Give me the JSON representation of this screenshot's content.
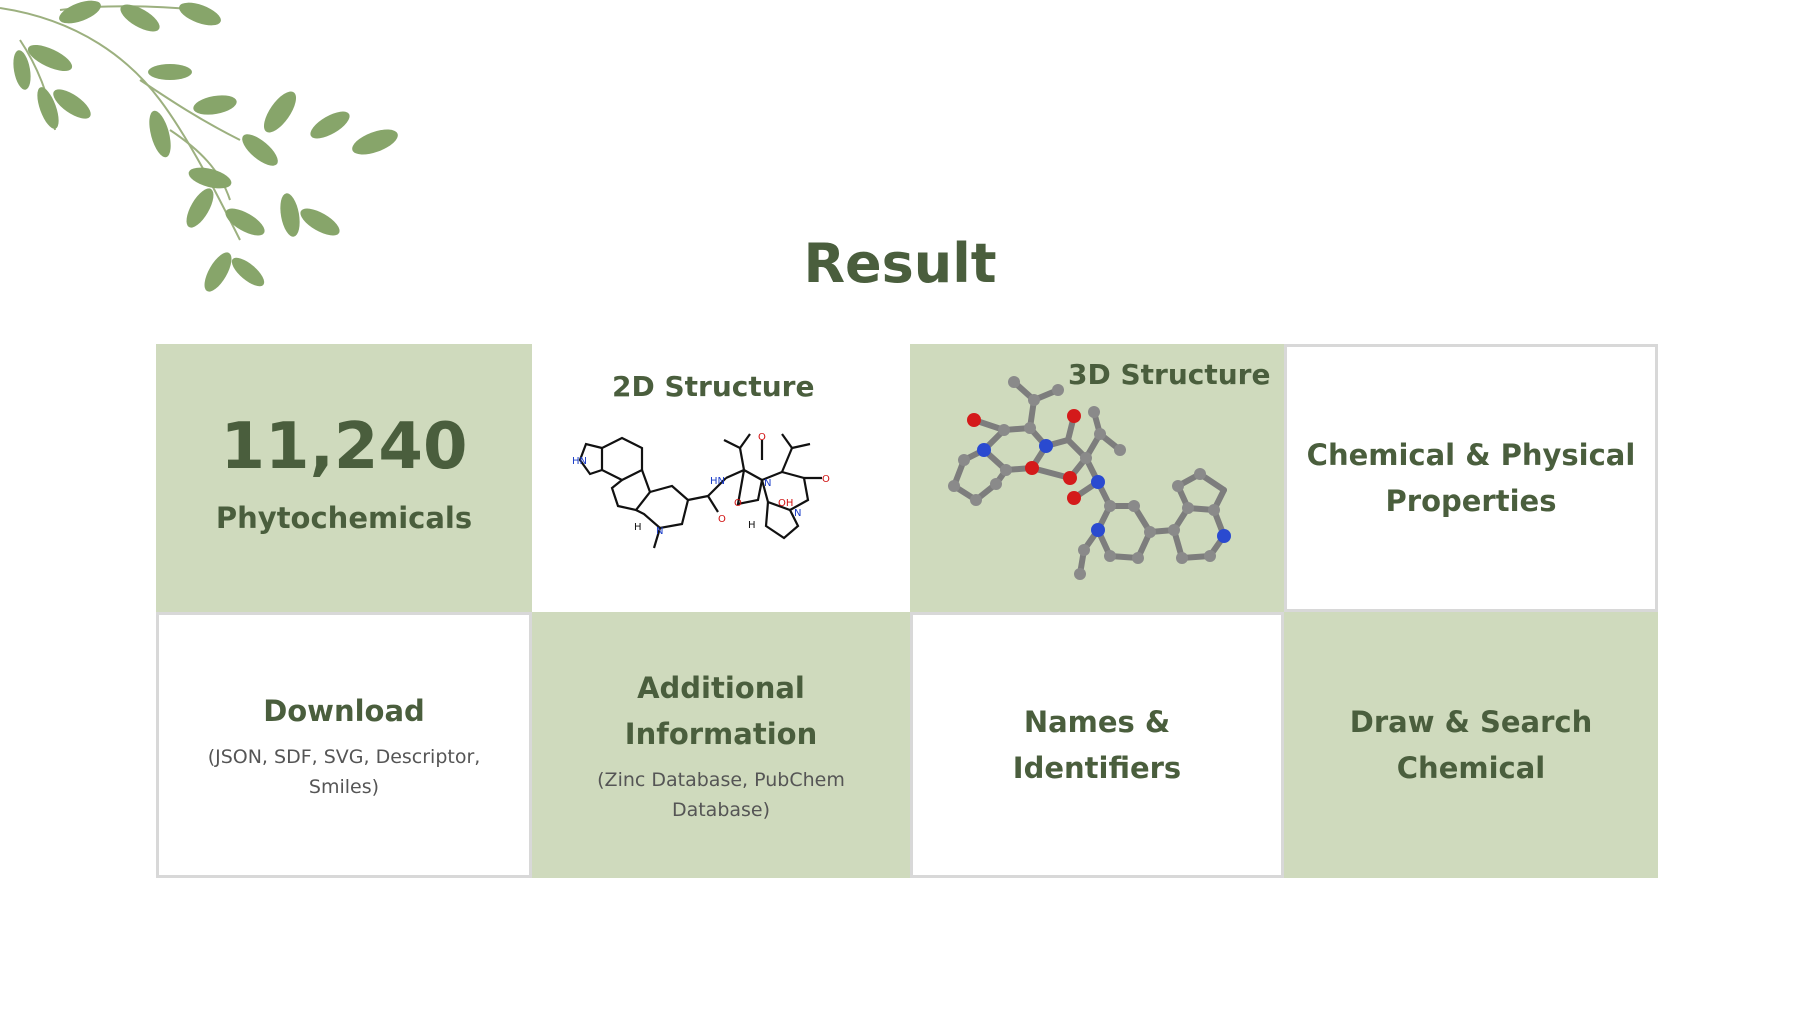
{
  "title": "Result",
  "stats": {
    "count": "11,240",
    "label": "Phytochemicals"
  },
  "cards": {
    "structure_2d": {
      "label": "2D Structure"
    },
    "structure_3d": {
      "label": "3D Structure"
    },
    "chem_phys": {
      "line1": "Chemical & Physical",
      "line2": "Properties"
    },
    "download": {
      "label": "Download",
      "sub1": "(JSON, SDF, SVG, Descriptor,",
      "sub2": "Smiles)"
    },
    "additional": {
      "line1": "Additional",
      "line2": "Information",
      "sub1": "(Zinc Database, PubChem",
      "sub2": "Database)"
    },
    "names": {
      "line1": "Names &",
      "line2": "Identifiers"
    },
    "draw": {
      "line1": "Draw & Search",
      "line2": "Chemical"
    }
  },
  "molecule_2d_labels": {
    "nh": "HN",
    "n1": "N",
    "h1": "H",
    "hn": "HN",
    "o1": "O",
    "o2": "O",
    "oh": "OH",
    "n2": "N",
    "n3": "N",
    "o3": "O",
    "o4": "O",
    "h2": "H"
  },
  "colors": {
    "accent": "#4a5e3d",
    "panel": "#cfdabd",
    "leaf": "#87a56a"
  }
}
